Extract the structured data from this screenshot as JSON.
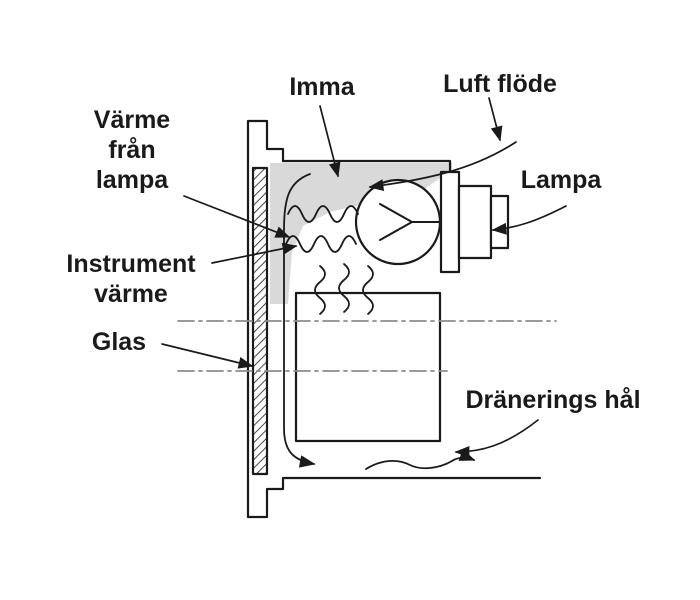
{
  "labels": {
    "imma": "Imma",
    "luft_flode": "Luft flöde",
    "varme_fran_lampa": [
      "Värme",
      "från",
      "lampa"
    ],
    "lampa": "Lampa",
    "instrument_varme": [
      "Instrument",
      "värme"
    ],
    "glas": "Glas",
    "dranerings_hal": "Dränerings hål"
  },
  "colors": {
    "line": "#1a1a1a",
    "condensation_fill": "#d9d9d9",
    "centerline": "#8c8c8c",
    "background": "#ffffff"
  }
}
